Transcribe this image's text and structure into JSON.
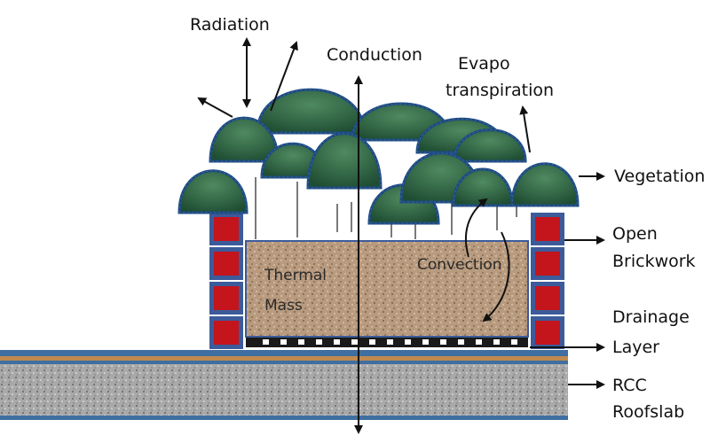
{
  "labels": {
    "radiation": "Radiation",
    "conduction": "Conduction",
    "evapo_line1": "Evapo",
    "evapo_line2": "transpiration",
    "vegetation": "Vegetation",
    "open_line1": "Open",
    "open_line2": "Brickwork",
    "drainage_line1": "Drainage",
    "drainage_line2": "Layer",
    "rcc_line1": "RCC",
    "rcc_line2": "Roofslab",
    "thermal_line1": "Thermal",
    "thermal_line2": "Mass",
    "convection": "Convection"
  },
  "colors": {
    "tree_fill": "#2f6a45",
    "tree_outline": "#1d4a86",
    "brick": "#c4141c",
    "brick_border": "#3c5b9a",
    "soil": "#b89a7e",
    "slab": "#a8a8a8",
    "slab_edge": "#3f6fa0",
    "membrane": "#c08a4e",
    "arrow": "#111111"
  }
}
